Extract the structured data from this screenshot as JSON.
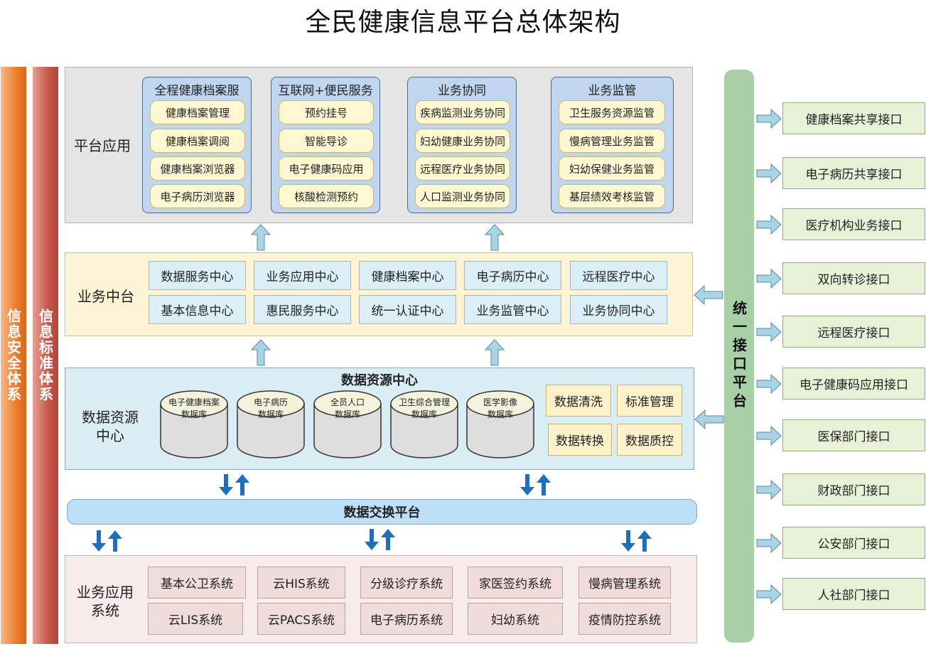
{
  "title": "全民健康信息平台总体架构",
  "left_bars": {
    "security": "信息安全体系",
    "standard": "信息标准体系"
  },
  "platform_app": {
    "label": "平台应用",
    "groups": [
      {
        "title": "全程健康档案服",
        "items": [
          "健康档案管理",
          "健康档案调阅",
          "健康档案浏览器",
          "电子病历浏览器"
        ]
      },
      {
        "title": "互联网+便民服务",
        "items": [
          "预约挂号",
          "智能导诊",
          "电子健康码应用",
          "核酸检测预约"
        ]
      },
      {
        "title": "业务协同",
        "items": [
          "疾病监测业务协同",
          "妇幼健康业务协同",
          "远程医疗业务协同",
          "人口监测业务协同"
        ]
      },
      {
        "title": "业务监管",
        "items": [
          "卫生服务资源监管",
          "慢病管理业务监管",
          "妇幼保健业务监管",
          "基层绩效考核监管"
        ]
      }
    ]
  },
  "middle_platform": {
    "label": "业务中台",
    "row1": [
      "数据服务中心",
      "业务应用中心",
      "健康档案中心",
      "电子病历中心",
      "远程医疗中心"
    ],
    "row2": [
      "基本信息中心",
      "惠民服务中心",
      "统一认证中心",
      "业务监管中心",
      "业务协同中心"
    ]
  },
  "data_center": {
    "label_line1": "数据资源",
    "label_line2": "中心",
    "title": "数据资源中心",
    "databases": [
      {
        "line1": "电子健康档案",
        "line2": "数据库"
      },
      {
        "line1": "电子病历",
        "line2": "数据库"
      },
      {
        "line1": "全员人口",
        "line2": "数据库"
      },
      {
        "line1": "卫生综合管理",
        "line2": "数据库"
      },
      {
        "line1": "医学影像",
        "line2": "数据库"
      }
    ],
    "functions": [
      "数据清洗",
      "标准管理",
      "数据转换",
      "数据质控"
    ]
  },
  "exchange": {
    "label": "数据交换平台"
  },
  "business_systems": {
    "label_line1": "业务应用",
    "label_line2": "系统",
    "row1": [
      "基本公卫系统",
      "云HIS系统",
      "分级诊疗系统",
      "家医签约系统",
      "慢病管理系统"
    ],
    "row2": [
      "云LIS系统",
      "云PACS系统",
      "电子病历系统",
      "妇幼系统",
      "疫情防控系统"
    ]
  },
  "unified_interface": {
    "label": "统一接口平台",
    "interfaces": [
      "健康档案共享接口",
      "电子病历共享接口",
      "医疗机构业务接口",
      "双向转诊接口",
      "远程医疗接口",
      "电子健康码应用接口",
      "医保部门接口",
      "财政部门接口",
      "公安部门接口",
      "人社部门接口"
    ]
  },
  "colors": {
    "security_bar": "#ee7d2a",
    "standard_bar": "#c8584b",
    "group_bg": "#bfd6ee",
    "pill_bg": "#fdf7d2",
    "unified_bar": "#a9cfa6",
    "interface_bg": "#e6f1d8",
    "arrow_fill": "#a8d4e4",
    "exchange_arrow": "#1f6fbf"
  }
}
